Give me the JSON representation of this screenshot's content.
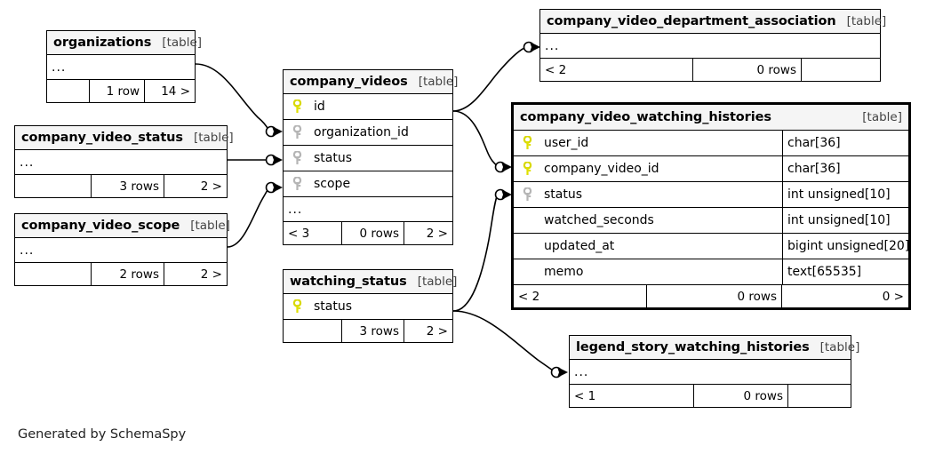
{
  "diagram": {
    "title": "SchemaSpy relationships diagram",
    "credit": "Generated by SchemaSpy",
    "table_tag": "[table]",
    "ellipsis": "...",
    "colors": {
      "primary_key": "#e8e800",
      "foreign_key": "#b0b0b0",
      "header_bg": "#f5f5f5",
      "border": "#000000",
      "background": "#ffffff"
    }
  },
  "tables": [
    {
      "id": "organizations",
      "name": "organizations",
      "tag": "[table]",
      "columns": [],
      "has_ellipsis": true,
      "ellipsis": "...",
      "footer": {
        "left": "",
        "middle": "1 row",
        "right": "14 >"
      },
      "focus": false
    },
    {
      "id": "company_video_status",
      "name": "company_video_status",
      "tag": "[table]",
      "columns": [],
      "has_ellipsis": true,
      "ellipsis": "...",
      "footer": {
        "left": "",
        "middle": "3 rows",
        "right": "2 >"
      },
      "focus": false
    },
    {
      "id": "company_video_scope",
      "name": "company_video_scope",
      "tag": "[table]",
      "columns": [],
      "has_ellipsis": true,
      "ellipsis": "...",
      "footer": {
        "left": "",
        "middle": "2 rows",
        "right": "2 >"
      },
      "focus": false
    },
    {
      "id": "company_videos",
      "name": "company_videos",
      "tag": "[table]",
      "columns": [
        {
          "key": "primary",
          "key_icon": "key-icon",
          "name": "id",
          "type": ""
        },
        {
          "key": "foreign",
          "key_icon": "key-icon",
          "name": "organization_id",
          "type": ""
        },
        {
          "key": "foreign",
          "key_icon": "key-icon",
          "name": "status",
          "type": ""
        },
        {
          "key": "foreign",
          "key_icon": "key-icon",
          "name": "scope",
          "type": ""
        }
      ],
      "has_ellipsis": true,
      "ellipsis": "...",
      "footer": {
        "left": "< 3",
        "middle": "0 rows",
        "right": "2 >"
      },
      "focus": false
    },
    {
      "id": "watching_status",
      "name": "watching_status",
      "tag": "[table]",
      "columns": [
        {
          "key": "primary",
          "key_icon": "key-icon",
          "name": "status",
          "type": ""
        }
      ],
      "has_ellipsis": false,
      "footer": {
        "left": "",
        "middle": "3 rows",
        "right": "2 >"
      },
      "focus": false
    },
    {
      "id": "company_video_department_association",
      "name": "company_video_department_association",
      "tag": "[table]",
      "columns": [],
      "has_ellipsis": true,
      "ellipsis": "...",
      "footer": {
        "left": "< 2",
        "middle": "0 rows",
        "right": ""
      },
      "focus": false
    },
    {
      "id": "company_video_watching_histories",
      "name": "company_video_watching_histories",
      "tag": "[table]",
      "columns": [
        {
          "key": "primary",
          "key_icon": "key-icon",
          "name": "user_id",
          "type": "char[36]"
        },
        {
          "key": "primary",
          "key_icon": "key-icon",
          "name": "company_video_id",
          "type": "char[36]"
        },
        {
          "key": "foreign",
          "key_icon": "key-icon",
          "name": "status",
          "type": "int unsigned[10]"
        },
        {
          "key": "none",
          "key_icon": "",
          "name": "watched_seconds",
          "type": "int unsigned[10]"
        },
        {
          "key": "none",
          "key_icon": "",
          "name": "updated_at",
          "type": "bigint unsigned[20]"
        },
        {
          "key": "none",
          "key_icon": "",
          "name": "memo",
          "type": "text[65535]"
        }
      ],
      "has_ellipsis": false,
      "footer": {
        "left": "< 2",
        "middle": "0 rows",
        "right": "0 >"
      },
      "focus": true
    },
    {
      "id": "legend_story_watching_histories",
      "name": "legend_story_watching_histories",
      "tag": "[table]",
      "columns": [],
      "has_ellipsis": true,
      "ellipsis": "...",
      "footer": {
        "left": "< 1",
        "middle": "0 rows",
        "right": ""
      },
      "focus": false
    }
  ],
  "relationships": [
    {
      "from": "organizations",
      "to": "company_videos.organization_id",
      "cardinality": "zero-or-many"
    },
    {
      "from": "company_video_status",
      "to": "company_videos.status",
      "cardinality": "zero-or-many"
    },
    {
      "from": "company_video_scope",
      "to": "company_videos.scope",
      "cardinality": "zero-or-many"
    },
    {
      "from": "company_videos",
      "to": "company_video_department_association",
      "cardinality": "zero-or-many"
    },
    {
      "from": "company_videos",
      "to": "company_video_watching_histories.company_video_id",
      "cardinality": "zero-or-many"
    },
    {
      "from": "watching_status",
      "to": "company_video_watching_histories.status",
      "cardinality": "zero-or-many"
    },
    {
      "from": "watching_status",
      "to": "legend_story_watching_histories",
      "cardinality": "zero-or-many"
    }
  ]
}
